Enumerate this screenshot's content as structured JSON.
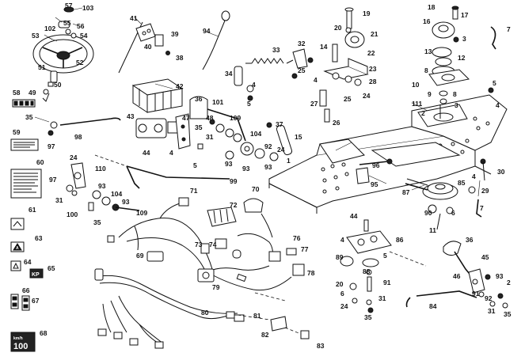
{
  "labels": {
    "l1": "1",
    "l2": "2",
    "l3": "3",
    "l4": "4",
    "l5": "5",
    "l6": "6",
    "l7": "7",
    "l8": "8",
    "l9": "9",
    "l10": "10",
    "l11": "11",
    "l12": "12",
    "l13": "13",
    "l14": "14",
    "l15": "15",
    "l16": "16",
    "l17": "17",
    "l18": "18",
    "l19": "19",
    "l20": "20",
    "l21": "21",
    "l22": "22",
    "l23": "23",
    "l24": "24",
    "l25": "25",
    "l26": "26",
    "l27": "27",
    "l28": "28",
    "l29": "29",
    "l30": "30",
    "l31": "31",
    "l32": "32",
    "l33": "33",
    "l34": "34",
    "l35": "35",
    "l36": "36",
    "l37": "37",
    "l38": "38",
    "l39": "39",
    "l40": "40",
    "l41": "41",
    "l42": "42",
    "l43": "43",
    "l44": "44",
    "l45": "45",
    "l46": "46",
    "l47": "47",
    "l48": "48",
    "l49": "49",
    "l50": "50",
    "l51": "51",
    "l52": "52",
    "l53": "53",
    "l54": "54",
    "l55": "55",
    "l56": "56",
    "l57": "57",
    "l58": "58",
    "l59": "59",
    "l60": "60",
    "l61": "61",
    "l63": "63",
    "l64": "64",
    "l65": "65",
    "l66": "66",
    "l67": "67",
    "l68": "68",
    "l69": "69",
    "l70": "70",
    "l71": "71",
    "l72": "72",
    "l73": "73",
    "l74": "74",
    "l76": "76",
    "l77": "77",
    "l78": "78",
    "l79": "79",
    "l80": "80",
    "l81": "81",
    "l82": "82",
    "l83": "83",
    "l84": "84",
    "l85": "85",
    "l86": "86",
    "l87": "87",
    "l88": "88",
    "l89": "89",
    "l90": "90",
    "l91": "91",
    "l92": "92",
    "l93": "93",
    "l94": "94",
    "l95": "95",
    "l96": "96",
    "l97": "97",
    "l98": "98",
    "l99": "99",
    "l100": "100",
    "l101": "101",
    "l102": "102",
    "l103": "103",
    "l104": "104",
    "l109": "109",
    "l110": "110",
    "l111": "111"
  },
  "decals": {
    "d68_value": "100",
    "d68_unit": "km/h",
    "d65_text": "KP",
    "d63_text": "A"
  }
}
